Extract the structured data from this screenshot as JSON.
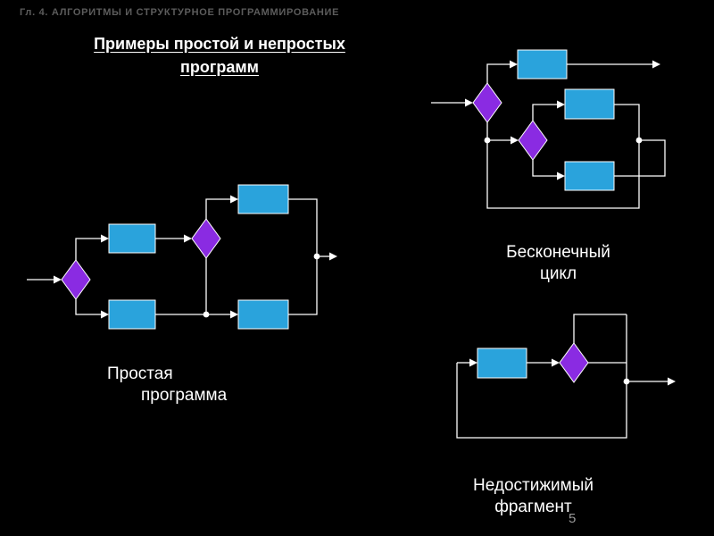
{
  "colors": {
    "background": "#000000",
    "process_fill": "#2AA3DC",
    "decision_fill": "#8A2BE2",
    "line": "#FFFFFF",
    "header_text": "#5C5C5C",
    "label_text": "#FFFFFF",
    "page_text": "#999999"
  },
  "header": {
    "chapter": "Гл. 4. АЛГОРИТМЫ И СТРУКТУРНОЕ ПРОГРАММИРОВАНИЕ"
  },
  "title": {
    "line1": "Примеры простой и непростых",
    "line2": "программ"
  },
  "labels": {
    "simple_line1": "Простая",
    "simple_line2": "программа",
    "infinite_line1": "Бесконечный",
    "infinite_line2": "цикл",
    "unreachable_line1": "Недостижимый",
    "unreachable_line2": "фрагмент"
  },
  "footer": {
    "page_number": "5"
  }
}
